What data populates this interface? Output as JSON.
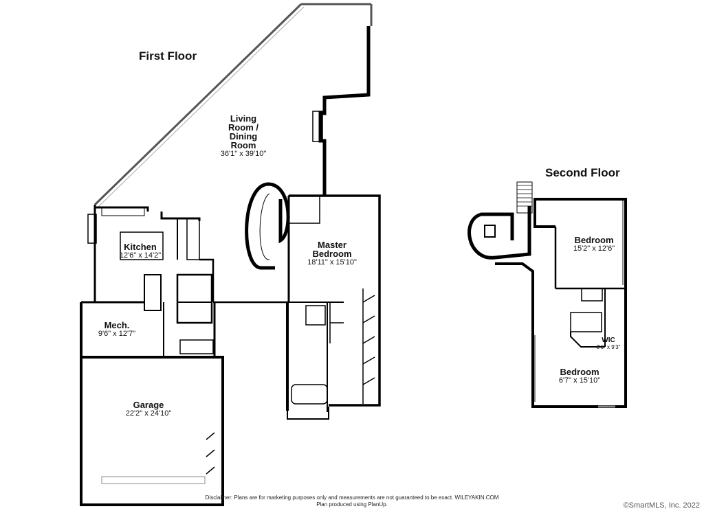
{
  "floors": {
    "first": {
      "title": "First Floor"
    },
    "second": {
      "title": "Second Floor"
    }
  },
  "rooms": {
    "living": {
      "name_lines": [
        "Living",
        "Room /",
        "Dining",
        "Room"
      ],
      "dimensions": "36'1\" x 39'10\""
    },
    "kitchen": {
      "name": "Kitchen",
      "dimensions": "12'6\" x 14'2\""
    },
    "master": {
      "name_lines": [
        "Master",
        "Bedroom"
      ],
      "dimensions": "18'11\" x 15'10\""
    },
    "mech": {
      "name": "Mech.",
      "dimensions": "9'6\" x 12'7\""
    },
    "garage": {
      "name": "Garage",
      "dimensions": "22'2\" x 24'10\""
    },
    "bedroom_upper": {
      "name": "Bedroom",
      "dimensions": "15'2\" x 12'6\""
    },
    "wic": {
      "name": "WIC",
      "dimensions": "8'6\" x 9'3\""
    },
    "bedroom_lower": {
      "name": "Bedroom",
      "dimensions": "6'7\" x 15'10\""
    }
  },
  "footer": {
    "disclaimer": "Disclaimer: Plans are for marketing purposes only and measurements are not guaranteed to be exact. WILEYAKIN.COM",
    "produced": "Plan produced using PlanUp.",
    "copyright": "©SmartMLS, Inc.  2022"
  },
  "colors": {
    "wall": "#000000",
    "window": "#888888",
    "background": "#ffffff"
  }
}
